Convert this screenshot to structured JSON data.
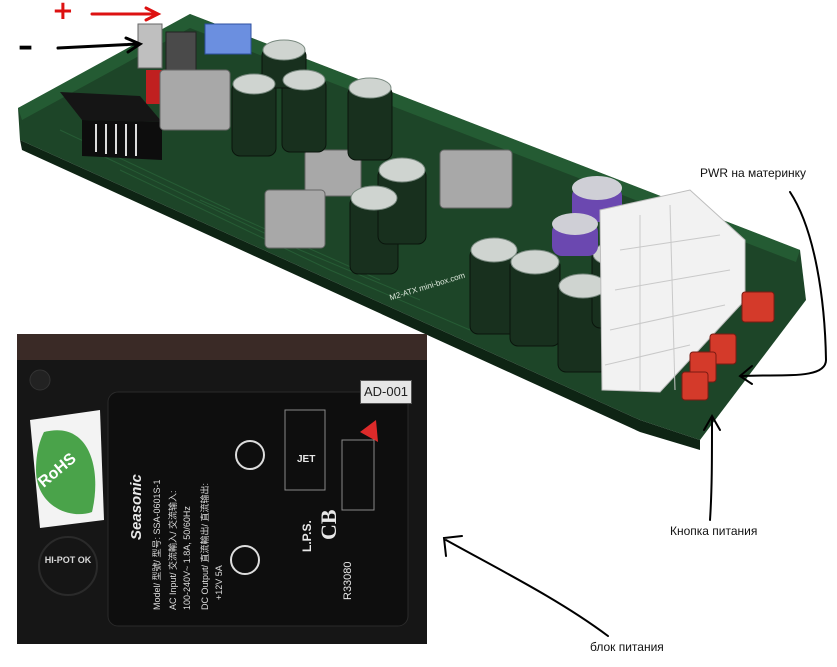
{
  "annotations": {
    "plus_sign": "+",
    "minus_sign": "–",
    "pwr_label": "PWR на материнку",
    "power_button_label": "Кнопка питания",
    "power_supply_label": "блок питания"
  },
  "adapter_label": {
    "model_tag": "AD-001",
    "hipot": "HI-POT OK",
    "rohs": "RoHS",
    "brand": "Seasonic",
    "model_line": "Model/ 型號/ 型号: SSA-0601S-1",
    "ac_input": "AC Input/ 交流輸入/ 交流输入:",
    "ac_rating": "100-240V~ 1.8A, 50/60Hz",
    "dc_output": "DC Output/ 直流輸出/ 直流输出:",
    "dc_rating": "+12V 5A",
    "jet": "JET",
    "lps": "L.P.S.",
    "cb": "CB",
    "r_number": "R33080"
  },
  "board": {
    "marking": "M2-ATX mini-box.com"
  },
  "colors": {
    "pcb_green": "#1f4a2a",
    "annotation_red": "#dd1111",
    "annotation_black": "#000000",
    "adapter_body": "#1a1a1a",
    "rohs_green": "#4aa34a"
  }
}
